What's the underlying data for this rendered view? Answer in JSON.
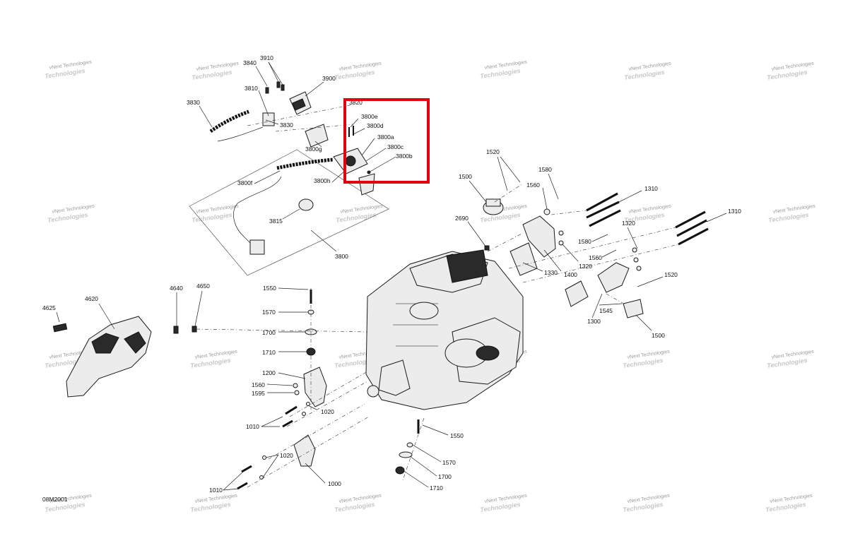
{
  "diagram_code": "08M2001",
  "watermark": {
    "line1": "vNext Technologies",
    "line2": "Technologies"
  },
  "highlight_color": "#e3000f",
  "callouts": [
    {
      "id": "c3910",
      "text": "3910"
    },
    {
      "id": "c3840",
      "text": "3840"
    },
    {
      "id": "c3810",
      "text": "3810"
    },
    {
      "id": "c3900",
      "text": "3900"
    },
    {
      "id": "c3830a",
      "text": "3830"
    },
    {
      "id": "c3830b",
      "text": "3830"
    },
    {
      "id": "c3820",
      "text": "3820"
    },
    {
      "id": "c3800e",
      "text": "3800e"
    },
    {
      "id": "c3800d",
      "text": "3800d"
    },
    {
      "id": "c3800a",
      "text": "3800a"
    },
    {
      "id": "c3800c",
      "text": "3800c"
    },
    {
      "id": "c3800b",
      "text": "3800b"
    },
    {
      "id": "c3800g",
      "text": "3800g"
    },
    {
      "id": "c3800f",
      "text": "3800f"
    },
    {
      "id": "c3800h",
      "text": "3800h"
    },
    {
      "id": "c3815",
      "text": "3815"
    },
    {
      "id": "c3800",
      "text": "3800"
    },
    {
      "id": "c1520a",
      "text": "1520"
    },
    {
      "id": "c1580a",
      "text": "1580"
    },
    {
      "id": "c1500a",
      "text": "1500"
    },
    {
      "id": "c1560a",
      "text": "1560"
    },
    {
      "id": "c1310a",
      "text": "1310"
    },
    {
      "id": "c1310b",
      "text": "1310"
    },
    {
      "id": "c2690",
      "text": "2690"
    },
    {
      "id": "c1320a",
      "text": "1320"
    },
    {
      "id": "c1580b",
      "text": "1580"
    },
    {
      "id": "c1560b",
      "text": "1560"
    },
    {
      "id": "c1320b",
      "text": "1320"
    },
    {
      "id": "c1330",
      "text": "1330"
    },
    {
      "id": "c1400",
      "text": "1400"
    },
    {
      "id": "c1520b",
      "text": "1520"
    },
    {
      "id": "c1545",
      "text": "1545"
    },
    {
      "id": "c1300",
      "text": "1300"
    },
    {
      "id": "c1500b",
      "text": "1500"
    },
    {
      "id": "c4640",
      "text": "4640"
    },
    {
      "id": "c4650",
      "text": "4650"
    },
    {
      "id": "c4620",
      "text": "4620"
    },
    {
      "id": "c4625",
      "text": "4625"
    },
    {
      "id": "c1550a",
      "text": "1550"
    },
    {
      "id": "c1570a",
      "text": "1570"
    },
    {
      "id": "c1700a",
      "text": "1700"
    },
    {
      "id": "c1710a",
      "text": "1710"
    },
    {
      "id": "c1200",
      "text": "1200"
    },
    {
      "id": "c1560c",
      "text": "1560"
    },
    {
      "id": "c1595",
      "text": "1595"
    },
    {
      "id": "c1020a",
      "text": "1020"
    },
    {
      "id": "c1010a",
      "text": "1010"
    },
    {
      "id": "c1020b",
      "text": "1020"
    },
    {
      "id": "c1010b",
      "text": "1010"
    },
    {
      "id": "c1000",
      "text": "1000"
    },
    {
      "id": "c1550b",
      "text": "1550"
    },
    {
      "id": "c1570b",
      "text": "1570"
    },
    {
      "id": "c1700b",
      "text": "1700"
    },
    {
      "id": "c1710b",
      "text": "1710"
    }
  ]
}
